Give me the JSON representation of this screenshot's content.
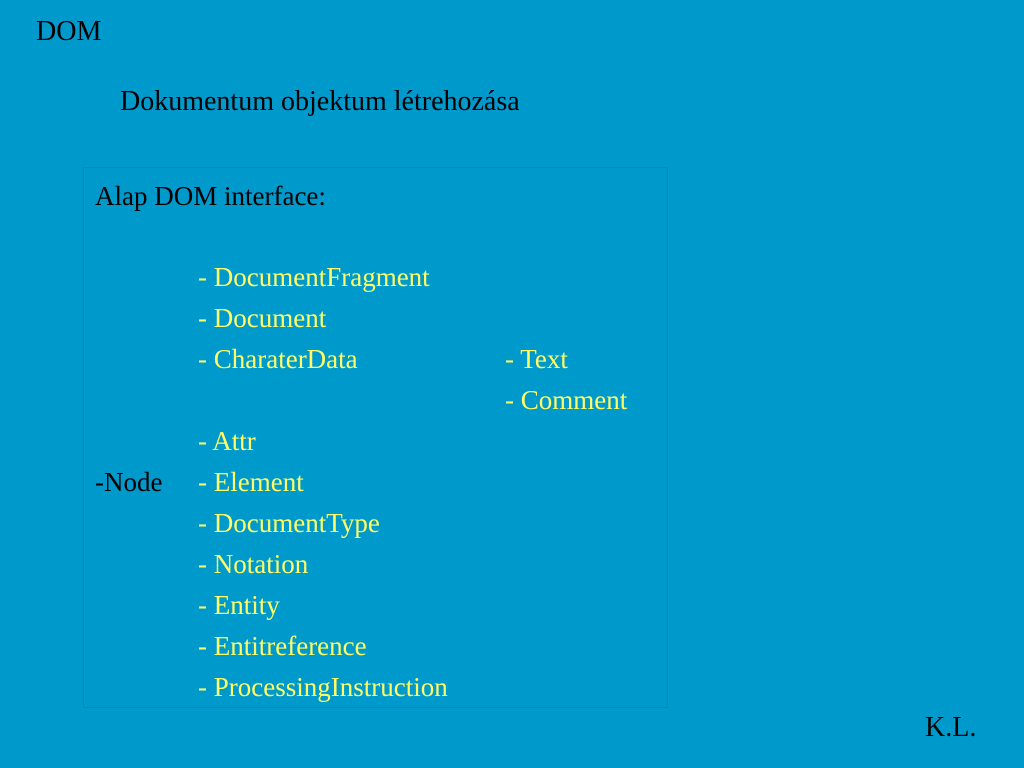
{
  "slide": {
    "title": "DOM",
    "subtitle": "Dokumentum objektum létrehozása",
    "footer": "K.L."
  },
  "box": {
    "heading": "Alap DOM interface:",
    "node_label": "-Node",
    "items": [
      "- DocumentFragment",
      "- Document",
      "- CharaterData",
      "- Attr",
      "- Element",
      "- DocumentType",
      "- Notation",
      "- Entity",
      "- Entitreference",
      "- ProcessingInstruction"
    ],
    "subitems": [
      "- Text",
      "- Comment"
    ]
  },
  "colors": {
    "background": "#0099cc",
    "highlight_text": "#ffff66",
    "box_border": "#b04a3a"
  }
}
